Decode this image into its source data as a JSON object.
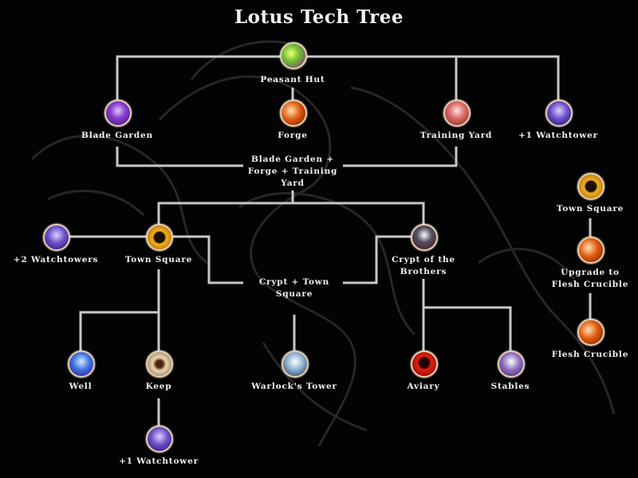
{
  "title": "Lotus Tech Tree",
  "nodes": {
    "peasant_hut": {
      "label": "Peasant Hut",
      "icon": "peasant-hut-icon"
    },
    "blade_garden": {
      "label": "Blade Garden",
      "icon": "blade-garden-icon"
    },
    "forge": {
      "label": "Forge",
      "icon": "forge-icon"
    },
    "training_yard": {
      "label": "Training Yard",
      "icon": "training-yard-icon"
    },
    "watchtower_1_top": {
      "label": "+1 Watchtower",
      "icon": "watchtower-icon"
    },
    "req_bg_forge_ty": {
      "label": "Blade Garden + Forge + Training Yard"
    },
    "watchtowers_2": {
      "label": "+2 Watchtowers",
      "icon": "watchtower-icon"
    },
    "town_square": {
      "label": "Town Square",
      "icon": "town-square-icon"
    },
    "crypt": {
      "label": "Crypt of the Brothers",
      "icon": "crypt-icon"
    },
    "req_crypt_ts": {
      "label": "Crypt + Town Square"
    },
    "well": {
      "label": "Well",
      "icon": "well-icon"
    },
    "keep": {
      "label": "Keep",
      "icon": "keep-icon"
    },
    "warlocks_tower": {
      "label": "Warlock's Tower",
      "icon": "warlocks-tower-icon"
    },
    "aviary": {
      "label": "Aviary",
      "icon": "aviary-icon"
    },
    "stables": {
      "label": "Stables",
      "icon": "stables-icon"
    },
    "watchtower_1_bottom": {
      "label": "+1 Watchtower",
      "icon": "watchtower-icon"
    },
    "town_square_side": {
      "label": "Town Square",
      "icon": "town-square-icon"
    },
    "upgrade_flesh": {
      "label": "Upgrade to Flesh Crucible",
      "icon": "upgrade-icon"
    },
    "flesh_crucible": {
      "label": "Flesh Crucible",
      "icon": "flesh-crucible-icon"
    }
  },
  "colors": {
    "line": "#c8c8c8",
    "text": "#f2f2f2",
    "background": "#030303",
    "dragon": "#2a2a2a"
  }
}
